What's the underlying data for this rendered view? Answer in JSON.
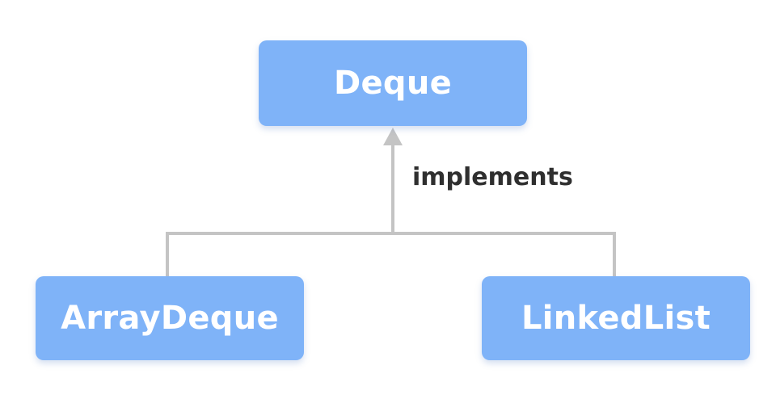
{
  "diagram": {
    "interface": {
      "label": "Deque"
    },
    "relation": {
      "label": "implements"
    },
    "implementations": [
      {
        "label": "ArrayDeque"
      },
      {
        "label": "LinkedList"
      }
    ]
  },
  "colors": {
    "box_fill": "#7fb3f8",
    "box_text": "#ffffff",
    "connector": "#c4c4c4",
    "relation_text": "#2f2f2f",
    "background": "#ffffff"
  }
}
